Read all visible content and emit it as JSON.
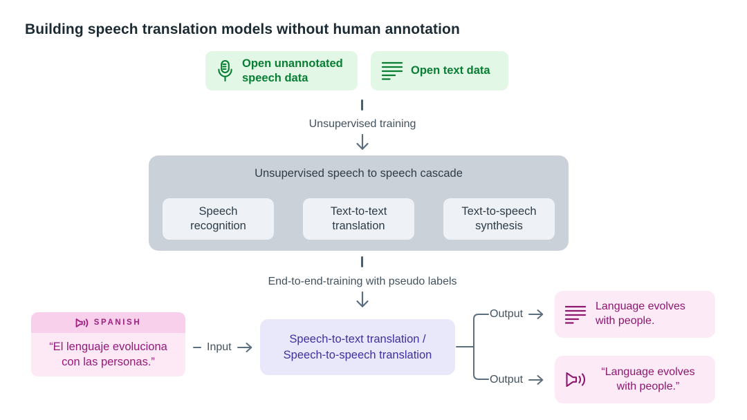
{
  "title": "Building speech translation models without human annotation",
  "sources": {
    "speech": {
      "label": "Open unannotated speech data",
      "icon": "microphone-icon"
    },
    "text": {
      "label": "Open text data",
      "icon": "text-lines-icon"
    }
  },
  "steps": {
    "step1": "Unsupervised training",
    "step2": "End-to-end-training with pseudo labels"
  },
  "cascade": {
    "title": "Unsupervised speech to speech cascade",
    "stages": [
      "Speech recognition",
      "Text-to-text translation",
      "Text-to-speech synthesis"
    ]
  },
  "input_example": {
    "language": "SPANISH",
    "language_icon": "speaker-icon",
    "quote": "“El lenguaje evoluciona con las personas.”",
    "connector_label": "Input"
  },
  "model": {
    "label": "Speech-to-text translation / Speech-to-speech translation"
  },
  "outputs": [
    {
      "connector_label": "Output",
      "icon": "text-lines-icon",
      "text": "Language evolves with people."
    },
    {
      "connector_label": "Output",
      "icon": "speaker-icon",
      "text": "“Language evolves with people.”"
    }
  ],
  "colors": {
    "green_bg": "#e2f7e6",
    "green_fg": "#087e33",
    "gray_box_bg": "#cbd1d9",
    "stage_bg": "#eef1f5",
    "dark_text": "#2e3b47",
    "slate_connector": "#5a6e7e",
    "slate_label": "#42525e",
    "lavender_bg": "#e9e8fb",
    "purple_fg": "#3e2f9e",
    "pink_header_bg": "#f8d0ec",
    "pink_body_bg": "#fde9f5",
    "pink_output_bg": "#fcebf7",
    "magenta_fg": "#8e166f",
    "magenta_quote": "#97187b",
    "title_color": "#1c2b33"
  }
}
